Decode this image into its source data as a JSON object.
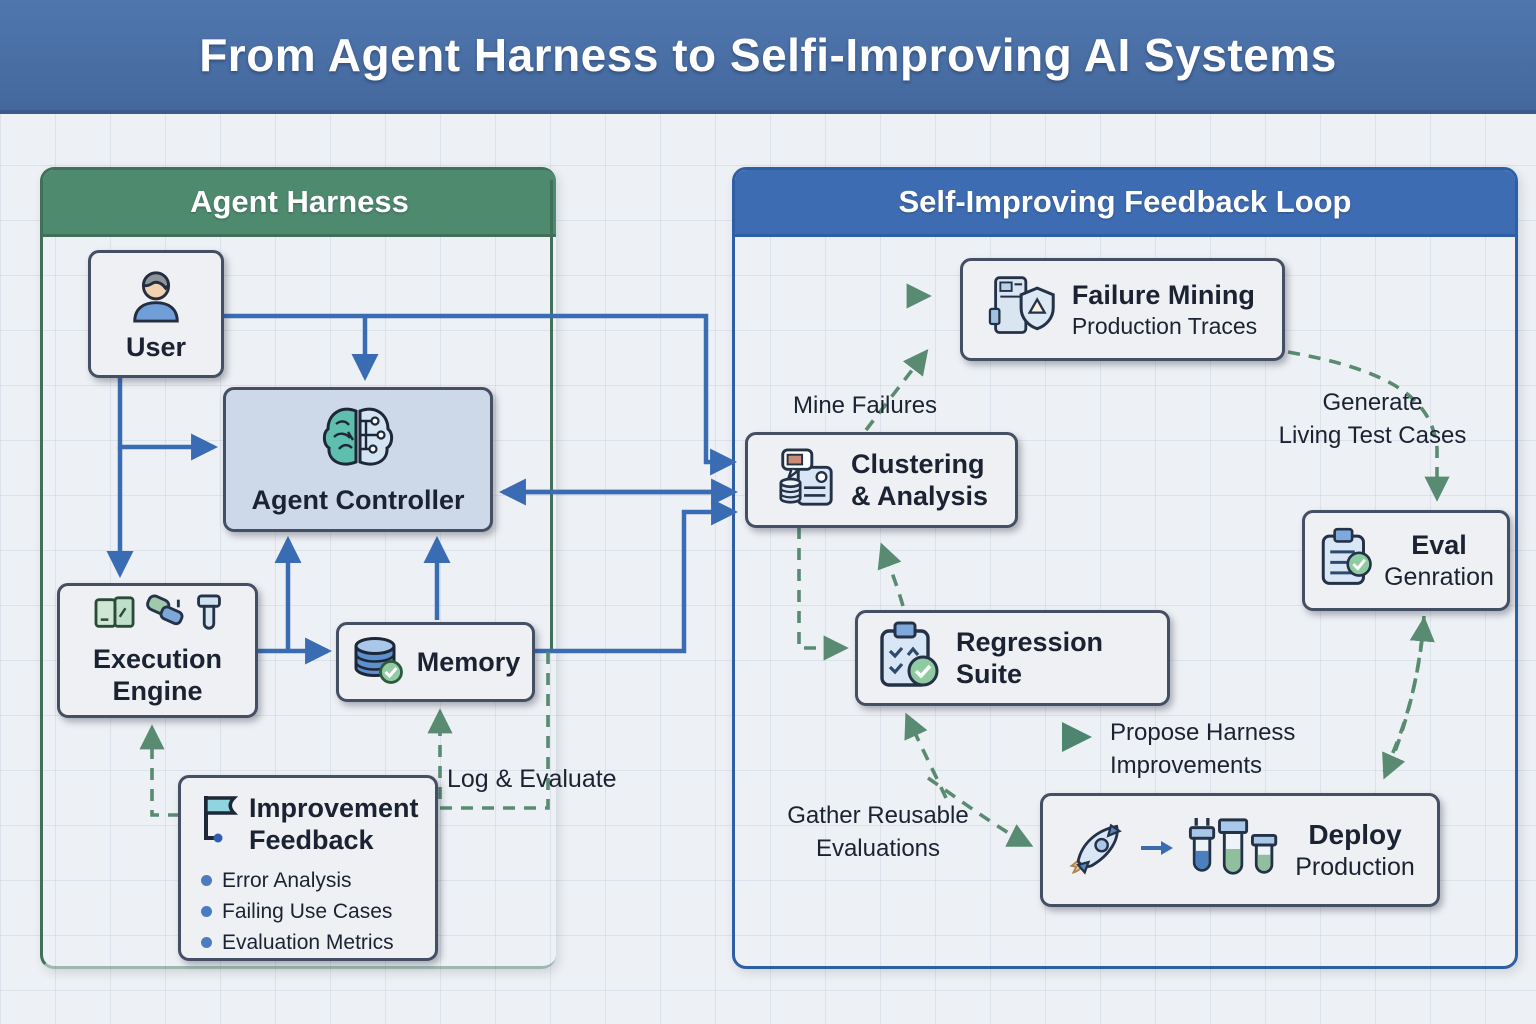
{
  "title": "From Agent Harness to Selfi-Improving AI Systems",
  "agent_harness": {
    "header": "Agent Harness",
    "user": {
      "label": "User",
      "icon": "user-icon"
    },
    "agent_controller": {
      "label": "Agent Controller",
      "icon": "brain-icon"
    },
    "execution_engine": {
      "line1": "Execution",
      "line2": "Engine",
      "icons": [
        "terminal-icon",
        "wrench-icon",
        "test-tube-icon"
      ]
    },
    "memory": {
      "label": "Memory",
      "icon": "database-check-icon"
    },
    "improvement_feedback": {
      "title_line1": "Improvement",
      "title_line2": "Feedback",
      "icon": "flag-icon",
      "bullets": [
        "Error Analysis",
        "Failing Use Cases",
        "Evaluation Metrics"
      ]
    },
    "log_evaluate_label": "Log & Evaluate"
  },
  "feedback_loop": {
    "header": "Self-Improving Feedback Loop",
    "failure_mining": {
      "title": "Failure Mining",
      "subtitle": "Production Traces",
      "icon": "traces-shield-icon"
    },
    "clustering": {
      "line1": "Clustering",
      "line2": "& Analysis",
      "icon": "chat-data-doc-icon"
    },
    "regression_suite": {
      "label": "Regression Suite",
      "icon": "clipboard-check-icon"
    },
    "eval_generation": {
      "line1": "Eval",
      "line2": "Genration",
      "icon": "clipboard-check-icon"
    },
    "deploy": {
      "title": "Deploy",
      "subtitle": "Production",
      "icons": [
        "rocket-icon",
        "arrow-right-icon",
        "test-tubes-icon"
      ]
    },
    "labels": {
      "mine_failures": "Mine Failures",
      "generate_line1": "Generate",
      "generate_line2": "Living Test Cases",
      "propose_line1": "Propose Harness",
      "propose_line2": "Improvements",
      "gather_line1": "Gather Reusable",
      "gather_line2": "Evaluations"
    }
  },
  "colors": {
    "title_bar": "#4a70a8",
    "harness_header": "#4e8a6e",
    "harness_border": "#41705a",
    "loop_header": "#3e6cb2",
    "loop_border": "#2f5fa3",
    "arrow_blue": "#3a6cb4",
    "arrow_green": "#588b71",
    "node_border": "#454f63",
    "node_fill": "#eef0f3",
    "controller_fill": "#cdd9e9"
  }
}
